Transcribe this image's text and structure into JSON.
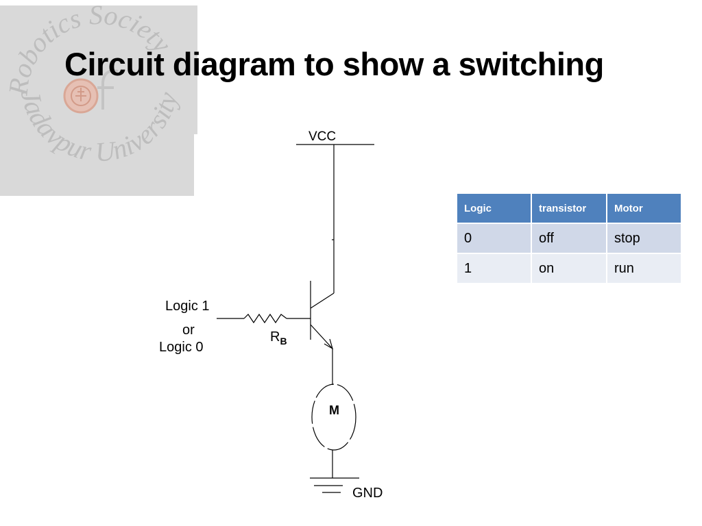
{
  "slide": {
    "title": "Circuit diagram to show a switching"
  },
  "logo": {
    "ring_text_top": "Robotics Society",
    "ring_text_bottom": "Jadavpur University",
    "colors": {
      "panel": "#d9d9d9",
      "ink": "#b9b9b9",
      "seal": "#e8b8a8"
    }
  },
  "circuit": {
    "vcc_label": "VCC",
    "gnd_label": "GND",
    "input_label_line1": "Logic 1",
    "input_label_line2": "or",
    "input_label_line3": "Logic 0",
    "resistor_label": "R",
    "resistor_subscript": "B",
    "motor_label": "M"
  },
  "table": {
    "headers": [
      "Logic",
      "transistor",
      "Motor"
    ],
    "rows": [
      [
        "0",
        "off",
        "stop"
      ],
      [
        "1",
        "on",
        "run"
      ]
    ],
    "colors": {
      "header": "#4f81bd",
      "row_odd": "#d0d8e8",
      "row_even": "#e9edf4"
    }
  }
}
